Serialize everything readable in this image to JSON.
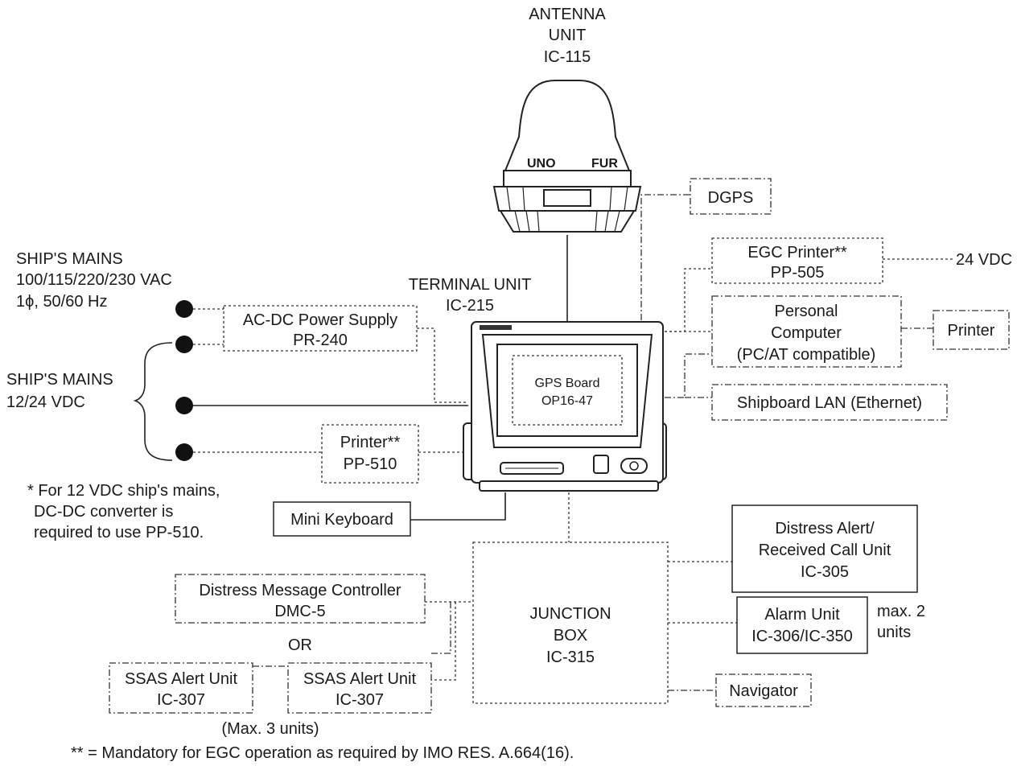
{
  "antenna": {
    "line1": "ANTENNA",
    "line2": "UNIT",
    "line3": "IC-115",
    "brand_left": "UNO",
    "brand_right": "FUR"
  },
  "terminal": {
    "line1": "TERMINAL UNIT",
    "line2": "IC-215",
    "gps_line1": "GPS Board",
    "gps_line2": "OP16-47"
  },
  "dgps": "DGPS",
  "egc_printer": {
    "line1": "EGC Printer**",
    "line2": "PP-505",
    "supply": "24 VDC"
  },
  "pc": {
    "line1": "Personal",
    "line2": "Computer",
    "line3": "(PC/AT compatible)"
  },
  "printer_right": "Printer",
  "lan": "Shipboard LAN (Ethernet)",
  "mains_ac": {
    "line1": "SHIP'S MAINS",
    "line2": "100/115/220/230 VAC",
    "line3": "1ϕ, 50/60 Hz"
  },
  "mains_dc": {
    "line1": "SHIP'S MAINS",
    "line2": "12/24 VDC"
  },
  "ac_dc": {
    "line1": "AC-DC Power Supply",
    "line2": "PR-240"
  },
  "printer_510": {
    "line1": "Printer**",
    "line2": "PP-510"
  },
  "note1": {
    "line1": "* For 12 VDC ship's mains,",
    "line2": "DC-DC converter is",
    "line3": "required to use PP-510."
  },
  "mini_keyboard": "Mini Keyboard",
  "distress_alert": {
    "line1": "Distress Alert/",
    "line2": "Received Call Unit",
    "line3": "IC-305"
  },
  "junction": {
    "line1": "JUNCTION",
    "line2": "BOX",
    "line3": "IC-315"
  },
  "dmc": {
    "line1": "Distress Message Controller",
    "line2": "DMC-5"
  },
  "or": "OR",
  "ssas_left": {
    "line1": "SSAS Alert Unit",
    "line2": "IC-307"
  },
  "ssas_right": {
    "line1": "SSAS Alert Unit",
    "line2": "IC-307"
  },
  "max_units": "(Max. 3 units)",
  "alarm": {
    "line1": "Alarm Unit",
    "line2": "IC-306/IC-350",
    "note1": "max. 2",
    "note2": "units"
  },
  "navigator": "Navigator",
  "footnote": "** = Mandatory for EGC operation as required by IMO RES. A.664(16)."
}
